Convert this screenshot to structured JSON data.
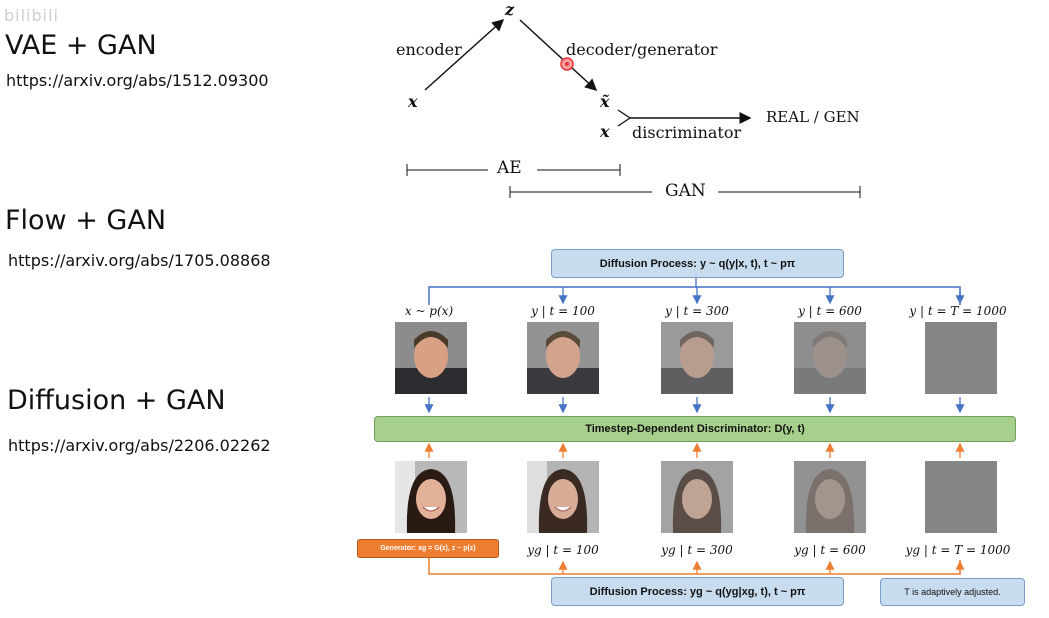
{
  "watermark": "bilibili",
  "left": {
    "vae_gan": {
      "title": "VAE + GAN",
      "link": "https://arxiv.org/abs/1512.09300"
    },
    "flow_gan": {
      "title": "Flow + GAN",
      "link": "https://arxiv.org/abs/1705.08868"
    },
    "diffusion_gan": {
      "title": "Diffusion + GAN",
      "link": "https://arxiv.org/abs/2206.02262"
    }
  },
  "vaegan_diagram": {
    "z": "z",
    "encoder": "encoder",
    "decoder": "decoder/generator",
    "x_in": "x",
    "x_tilde": "x̃",
    "x_real": "x",
    "discriminator": "discriminator",
    "output": "REAL / GEN",
    "ae": "AE",
    "gan": "GAN"
  },
  "diffgan_diagram": {
    "top_box": "Diffusion Process:  y ~ q(y|x, t), t ~ pπ",
    "top_labels": [
      "x ~ p(x)",
      "y | t = 100",
      "y | t = 300",
      "y | t = 600",
      "y | t = T = 1000"
    ],
    "discriminator_box": "Timestep-Dependent Discriminator: D(y, t)",
    "generator_box": "Generator: xg = G(z), z ~ p(z)",
    "bottom_labels": [
      "yg | t = 100",
      "yg | t = 300",
      "yg | t = 600",
      "yg | t = T = 1000"
    ],
    "bottom_box": "Diffusion Process:  yg ~ q(yg|xg, t), t ~ pπ",
    "note_box": "T is adaptively adjusted."
  },
  "colors": {
    "blue_box": "#c7dcef",
    "green_box": "#a8d08d",
    "orange_box": "#ed7d31",
    "blue_arrow": "#4472c4",
    "orange_arrow": "#ed7d31"
  }
}
